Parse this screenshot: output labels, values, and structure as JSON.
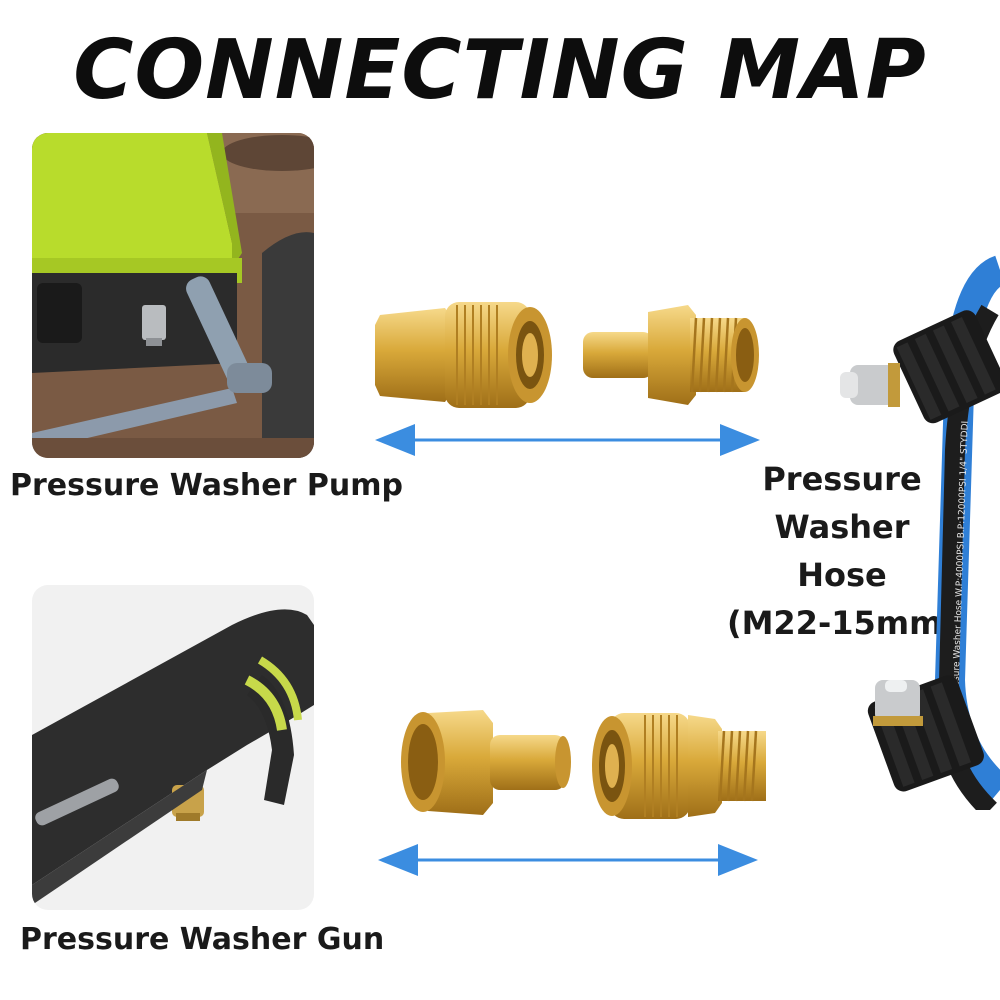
{
  "title": "CONNECTING MAP",
  "labels": {
    "pump": "Pressure Washer Pump",
    "gun": "Pressure Washer Gun",
    "hose_line1": "Pressure",
    "hose_line2": "Washer",
    "hose_line3": "Hose",
    "hose_line4": "(M22-15mm)"
  },
  "hose_print": "Pressure Washer Hose W.P:4000PSI B.P:12000PSI 1/4\" STYDDI",
  "colors": {
    "brass": "#d9a93a",
    "brass_light": "#f3d27a",
    "brass_dark": "#a8761a",
    "arrow": "#3b8de0",
    "hose_blue": "#2f7fd6",
    "pump_green": "#b5d92a"
  },
  "icons": [
    "double-arrow-icon",
    "double-arrow-icon"
  ]
}
